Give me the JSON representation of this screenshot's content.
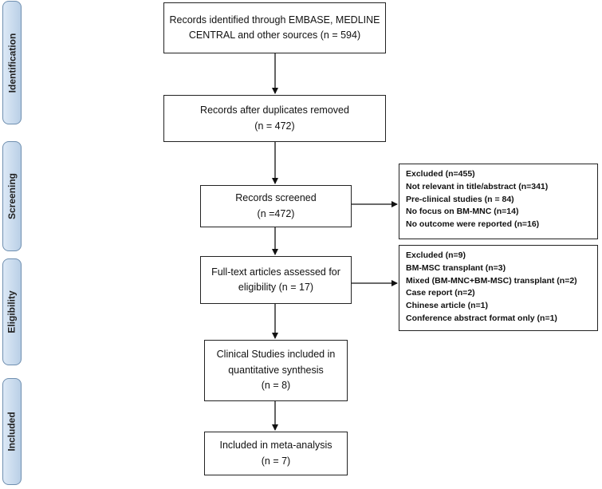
{
  "stages": {
    "identification": "Identification",
    "screening": "Screening",
    "eligibility": "Eligibility",
    "included": "Included"
  },
  "main": {
    "identified": [
      "Records identified through EMBASE, MEDLINE",
      "CENTRAL and other sources (n = 594)"
    ],
    "deduplicated": [
      "Records after duplicates removed",
      "(n = 472)"
    ],
    "screened": [
      "Records screened",
      "(n =472)"
    ],
    "fulltext": [
      "Full-text articles assessed for",
      "eligibility (n = 17)"
    ],
    "clinical": [
      "Clinical Studies included in",
      "quantitative synthesis",
      "(n = 8)"
    ],
    "meta": [
      "Included in meta-analysis",
      "(n = 7)"
    ]
  },
  "excluded_screening": [
    "Excluded (n=455)",
    "Not relevant in title/abstract (n=341)",
    "Pre-clinical studies (n = 84)",
    "No focus on BM-MNC (n=14)",
    "No outcome were reported (n=16)"
  ],
  "excluded_eligibility": [
    "Excluded (n=9)",
    "BM-MSC transplant (n=3)",
    "Mixed (BM-MNC+BM-MSC) transplant (n=2)",
    "Case report (n=2)",
    "Chinese article (n=1)",
    "Conference abstract format only (n=1)"
  ]
}
